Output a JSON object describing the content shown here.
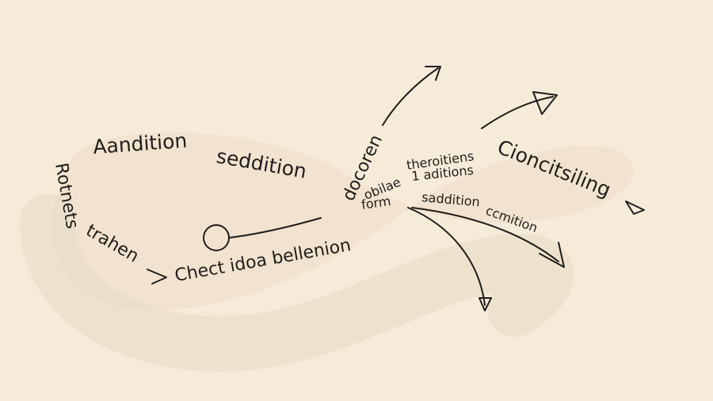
{
  "colors": {
    "background": "#f6ead9",
    "ribbon": "#efe0ca",
    "ribbon_shadow": "#eadcc6",
    "ink": "#1f1d1a"
  },
  "labels": {
    "aandition": "Aandition",
    "seddition": "seddition",
    "rotnets": "Rotnets",
    "trahen": "trahen",
    "chect": "Chect idoa bellenion",
    "docoren": "docoren",
    "obilae": "obilae",
    "forn": "form",
    "theroitiens": "theroitiens",
    "additions": "1 aditions",
    "sadition": "saddition",
    "ccmtition": "ccmition",
    "conclusion": "Cioncitsiling"
  },
  "icons": {
    "start": "circle-node-icon",
    "arrows": [
      "arrow-head-icon"
    ]
  }
}
